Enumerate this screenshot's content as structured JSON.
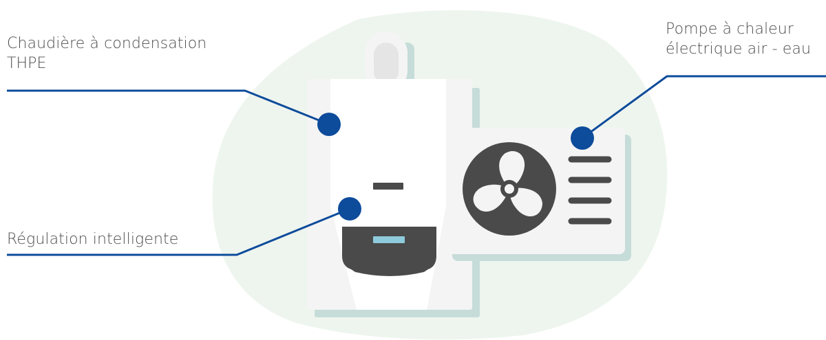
{
  "labels": {
    "boiler_line1": "Chaudière à condensation",
    "boiler_line2": "THPE",
    "heatpump_line1": "Pompe à chaleur",
    "heatpump_line2": "électrique air - eau",
    "regulation": "Régulation intelligente"
  },
  "colors": {
    "background_blob": "#eef5ee",
    "shadow": "#c6dcd9",
    "appliance_body": "#f4f4f4",
    "appliance_front": "#ffffff",
    "dark_panel": "#4a4a4a",
    "display": "#8ecbdc",
    "callout": "#0d4b9b"
  },
  "icons": [
    "boiler-illustration",
    "heat-pump-illustration",
    "fan-icon"
  ]
}
